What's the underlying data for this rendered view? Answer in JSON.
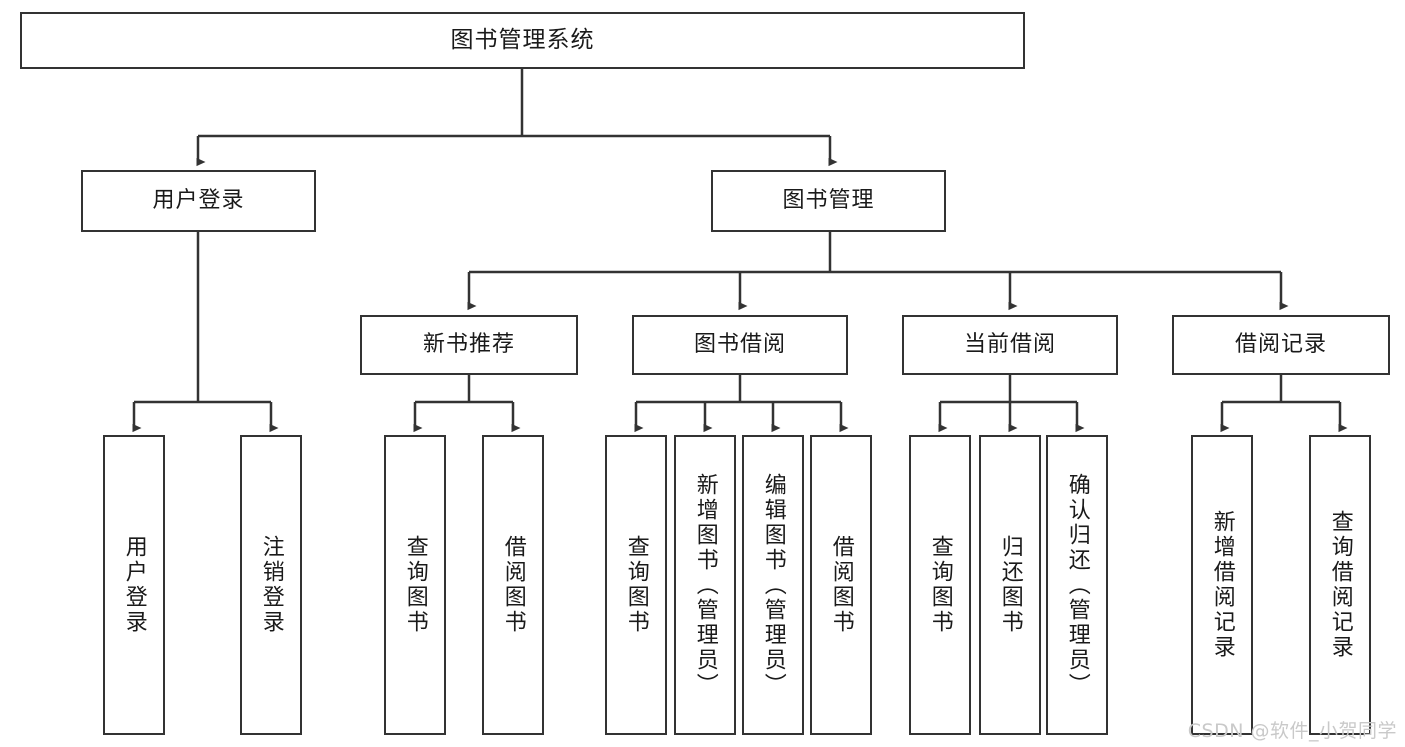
{
  "diagram": {
    "type": "tree",
    "title": "图书管理系统",
    "orientation": "top-down",
    "colors": {
      "node_border": "#333333",
      "node_fill": "#ffffff",
      "edge": "#333333",
      "text": "#1a1a1a",
      "watermark": "#c9c9c9"
    },
    "nodes": {
      "root": {
        "label": "图书管理系统"
      },
      "level2": [
        {
          "id": "user-login",
          "label": "用户登录"
        },
        {
          "id": "book-manage",
          "label": "图书管理"
        }
      ],
      "level3": [
        {
          "id": "new-book-recommend",
          "label": "新书推荐"
        },
        {
          "id": "book-borrow",
          "label": "图书借阅"
        },
        {
          "id": "current-borrow",
          "label": "当前借阅"
        },
        {
          "id": "borrow-record",
          "label": "借阅记录"
        }
      ],
      "leaves": {
        "user_login": [
          {
            "id": "leaf-user-login",
            "label": "用户登录"
          },
          {
            "id": "leaf-user-logout",
            "label": "注销登录"
          }
        ],
        "new_book_recommend": [
          {
            "id": "leaf-query-book-1",
            "label": "查询图书"
          },
          {
            "id": "leaf-borrow-book-1",
            "label": "借阅图书"
          }
        ],
        "book_borrow": [
          {
            "id": "leaf-query-book-2",
            "label": "查询图书"
          },
          {
            "id": "leaf-add-book",
            "label": "新增图书（管理员）"
          },
          {
            "id": "leaf-edit-book",
            "label": "编辑图书（管理员）"
          },
          {
            "id": "leaf-borrow-book-2",
            "label": "借阅图书"
          }
        ],
        "current_borrow": [
          {
            "id": "leaf-query-book-3",
            "label": "查询图书"
          },
          {
            "id": "leaf-return-book",
            "label": "归还图书"
          },
          {
            "id": "leaf-confirm-return",
            "label": "确认归还（管理员）"
          }
        ],
        "borrow_record": [
          {
            "id": "leaf-add-record",
            "label": "新增借阅记录"
          },
          {
            "id": "leaf-query-record",
            "label": "查询借阅记录"
          }
        ]
      }
    }
  },
  "watermark": {
    "text": "CSDN @软件_小贺同学"
  }
}
